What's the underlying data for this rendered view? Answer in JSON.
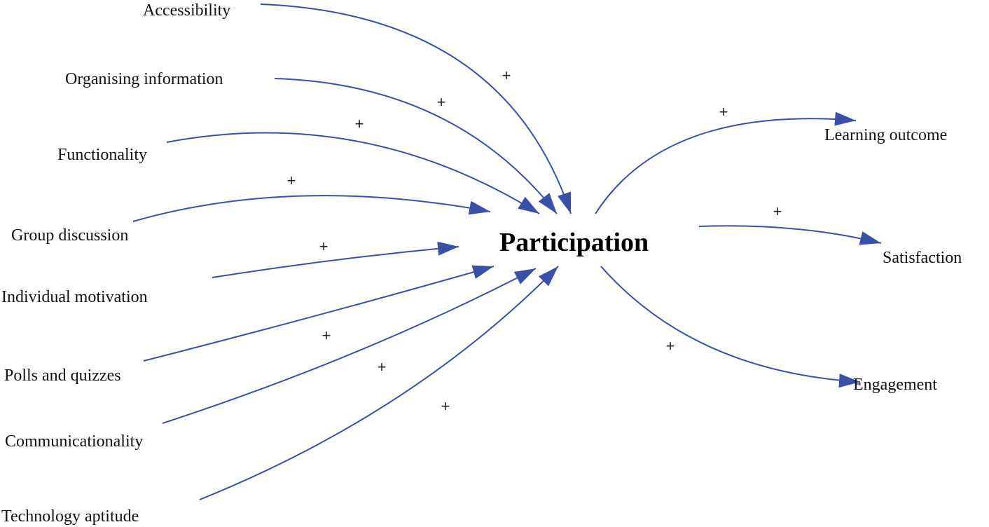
{
  "diagram": {
    "center": "Participation",
    "arrow_color": "#3a4fa8",
    "inputs": [
      {
        "label": "Accessibility",
        "polarity": "+"
      },
      {
        "label": "Organising information",
        "polarity": "+"
      },
      {
        "label": "Functionality",
        "polarity": "+"
      },
      {
        "label": "Group discussion",
        "polarity": "+"
      },
      {
        "label": "Individual motivation",
        "polarity": "+"
      },
      {
        "label": "Polls and quizzes",
        "polarity": "+"
      },
      {
        "label": "Communicationality",
        "polarity": "+"
      },
      {
        "label": "Technology aptitude",
        "polarity": "+"
      }
    ],
    "outputs": [
      {
        "label": "Learning outcome",
        "polarity": "+"
      },
      {
        "label": "Satisfaction",
        "polarity": "+"
      },
      {
        "label": "Engagement",
        "polarity": "+"
      }
    ]
  }
}
